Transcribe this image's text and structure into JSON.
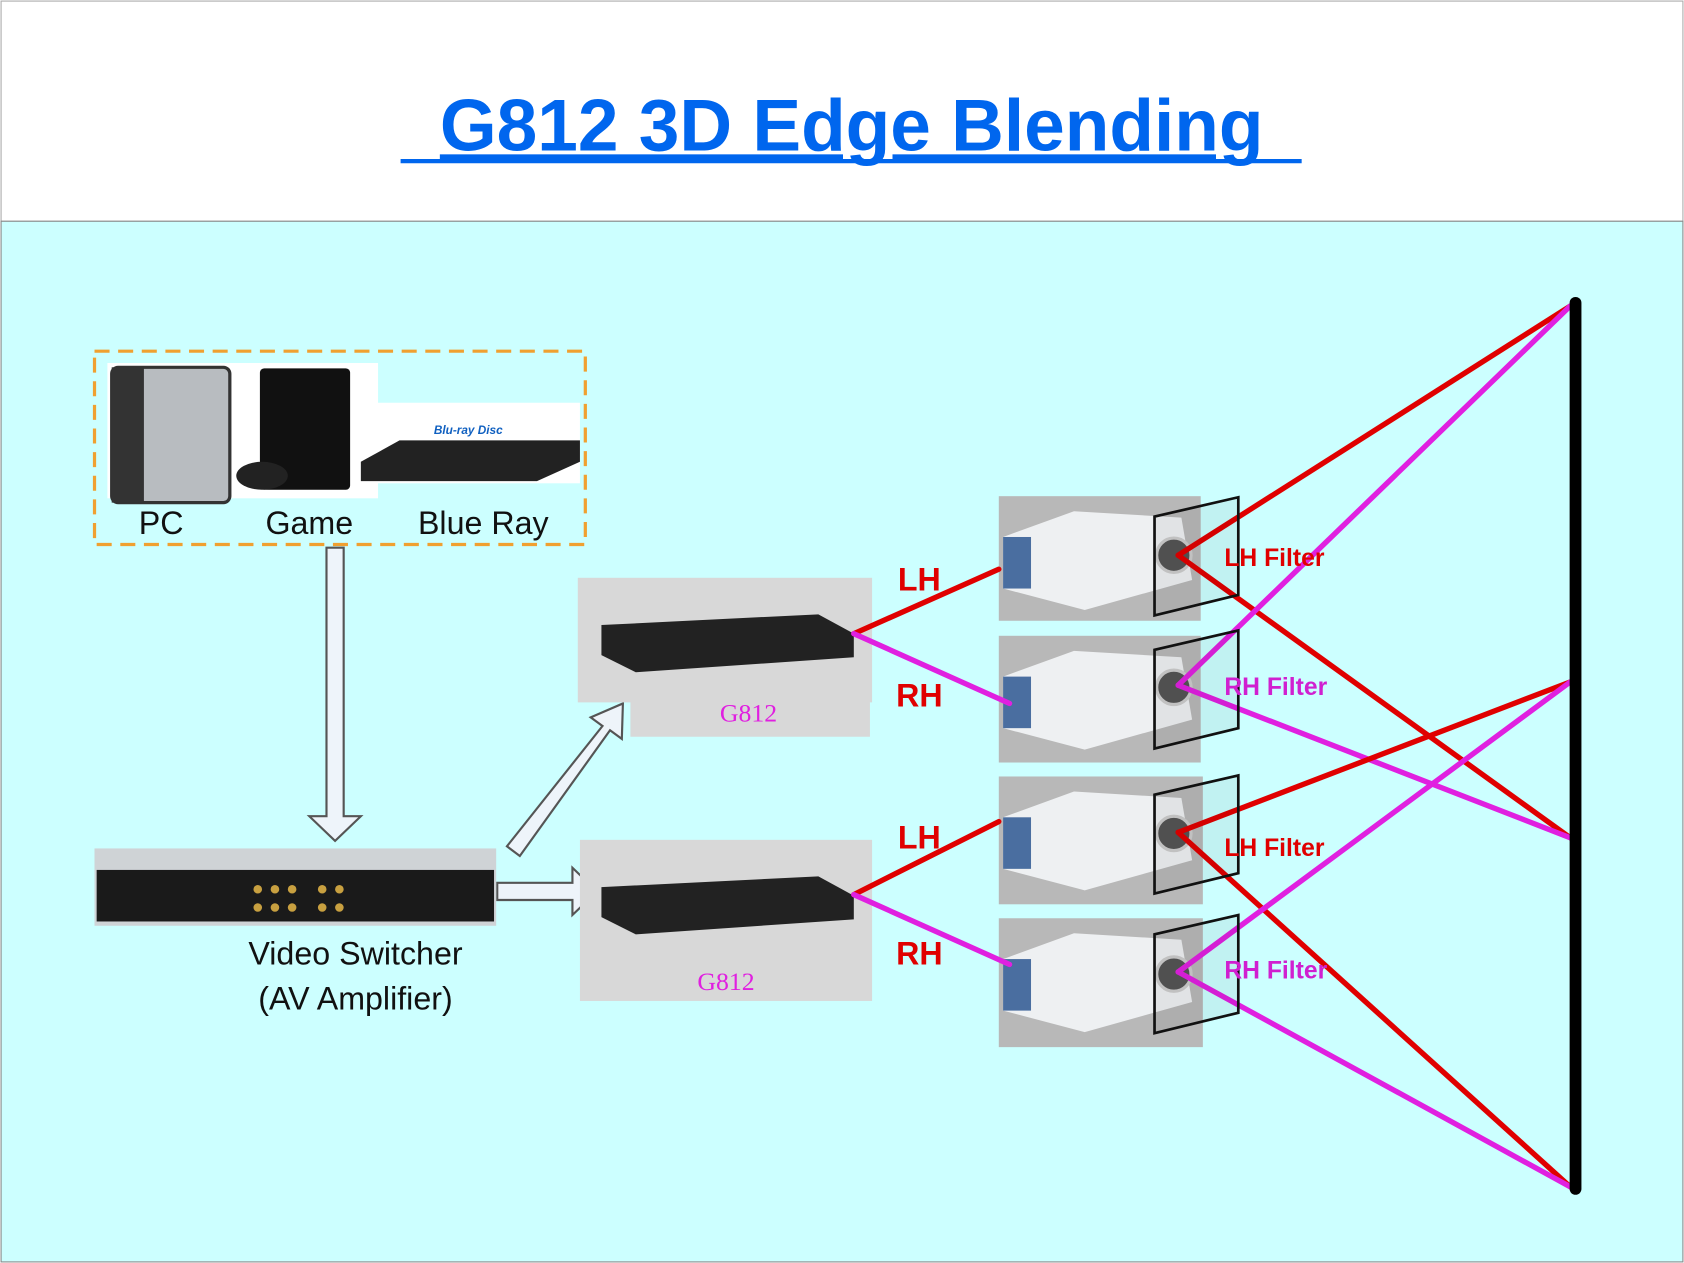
{
  "title": "G812 3D Edge Blending",
  "sources": {
    "pc": "PC",
    "game": "Game",
    "bluray": "Blue Ray",
    "bluray_logo": "Blu-ray Disc"
  },
  "switcher": {
    "line1": "Video Switcher",
    "line2": "(AV Amplifier)"
  },
  "g812": [
    {
      "label": "G812",
      "lh": "LH",
      "rh": "RH"
    },
    {
      "label": "G812",
      "lh": "LH",
      "rh": "RH"
    }
  ],
  "filters": [
    "LH Filter",
    "RH Filter",
    "LH Filter",
    "RH Filter"
  ],
  "colors": {
    "background": "#ccffff",
    "title": "#0066ee",
    "lh_line": "#e00000",
    "rh_line": "#e020e0",
    "g812_label": "#e020e0"
  }
}
